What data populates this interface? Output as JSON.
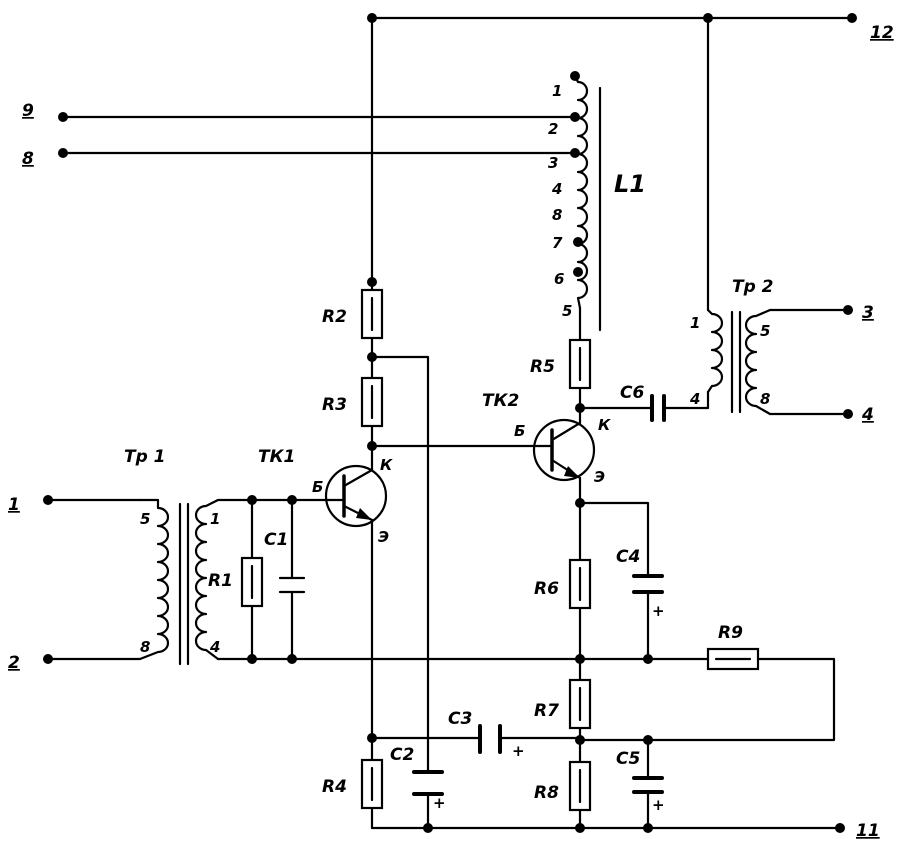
{
  "terminals": {
    "t1": "1",
    "t2": "2",
    "t3": "3",
    "t4": "4",
    "t8": "8",
    "t9": "9",
    "t11": "11",
    "t12": "12"
  },
  "components": {
    "tr1": "Тр 1",
    "tr2": "Тр 2",
    "tk1": "ТК1",
    "tk2": "ТК2",
    "l1": "L1",
    "r1": "R1",
    "r2": "R2",
    "r3": "R3",
    "r4": "R4",
    "r5": "R5",
    "r6": "R6",
    "r7": "R7",
    "r8": "R8",
    "r9": "R9",
    "c1": "C1",
    "c2": "C2",
    "c3": "C3",
    "c4": "C4",
    "c5": "C5",
    "c6": "C6"
  },
  "pins": {
    "tr1_p5": "5",
    "tr1_p8": "8",
    "tr1_s1": "1",
    "tr1_s4": "4",
    "tr2_p1": "1",
    "tr2_p4": "4",
    "tr2_s5": "5",
    "tr2_s8": "8",
    "l1_1": "1",
    "l1_2": "2",
    "l1_3": "3",
    "l1_4": "4",
    "l1_8": "8",
    "l1_7": "7",
    "l1_6": "6",
    "l1_5": "5",
    "tk1_b": "Б",
    "tk1_k": "К",
    "tk1_e": "Э",
    "tk2_b": "Б",
    "tk2_k": "К",
    "tk2_e": "Э"
  },
  "polarity": {
    "plus": "+"
  }
}
